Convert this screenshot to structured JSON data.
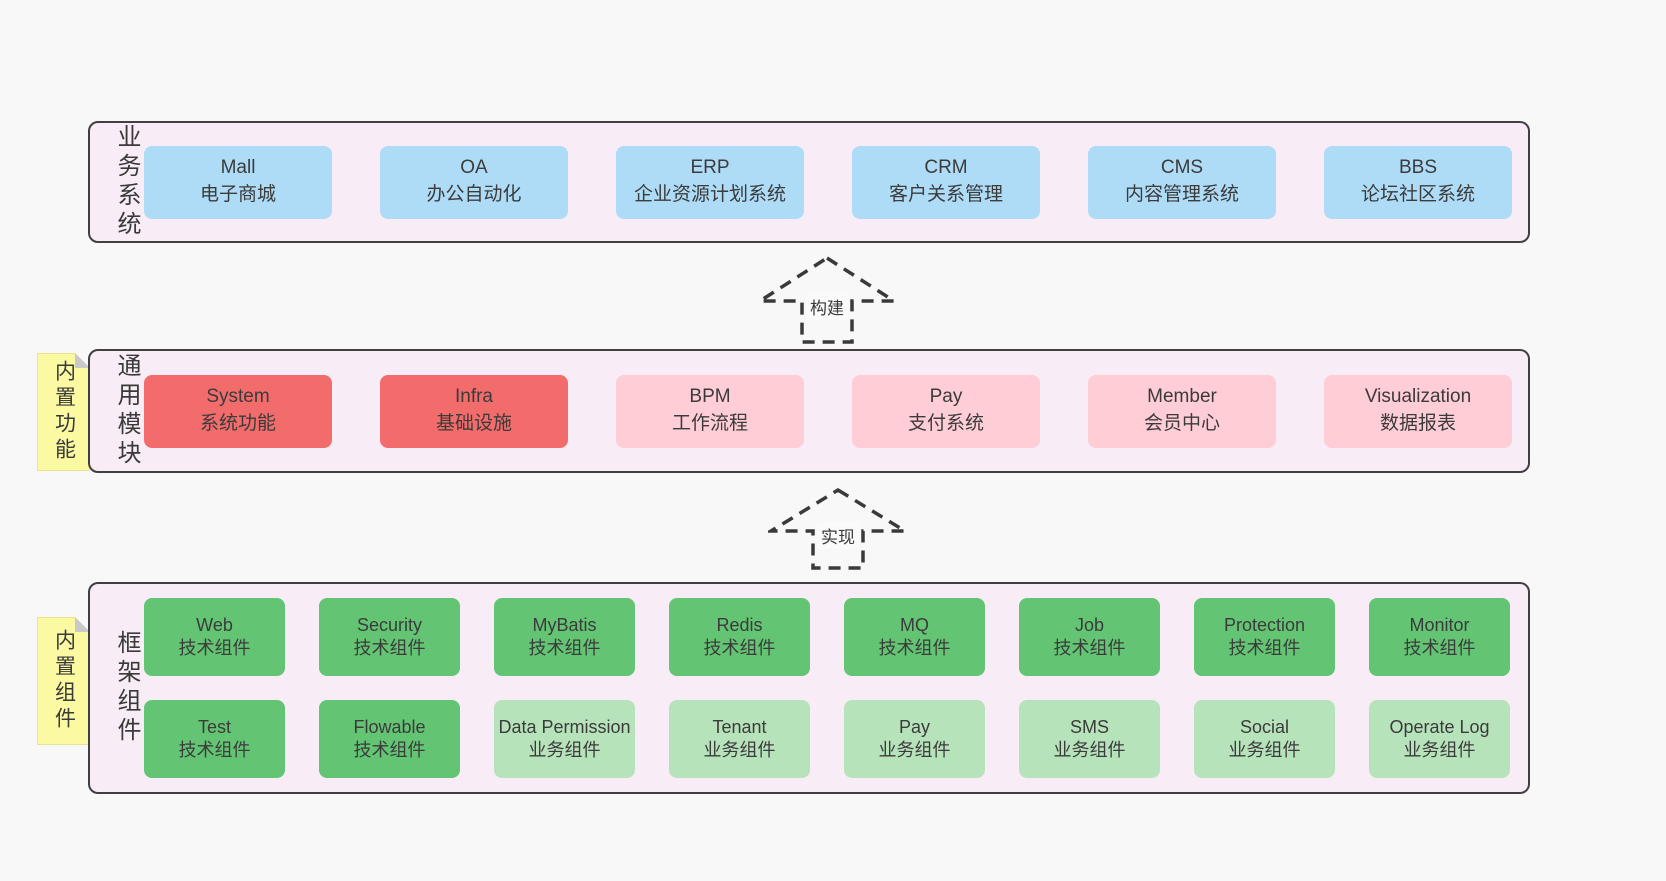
{
  "colors": {
    "page_bg": "#f8f8f8",
    "layer_bg": "#f8edf6",
    "layer_border": "#404040",
    "blue": "#aedcf7",
    "red": "#f26c6c",
    "pink": "#fecdd6",
    "green_dark": "#63c573",
    "green_light": "#b7e3bb",
    "note_yellow": "#fbf9a2",
    "text": "#3b3b3b"
  },
  "layers": [
    {
      "id": "business-systems",
      "label": "业务系统",
      "boxes": [
        {
          "title": "Mall",
          "subtitle": "电子商城"
        },
        {
          "title": "OA",
          "subtitle": "办公自动化"
        },
        {
          "title": "ERP",
          "subtitle": "企业资源计划系统"
        },
        {
          "title": "CRM",
          "subtitle": "客户关系管理"
        },
        {
          "title": "CMS",
          "subtitle": "内容管理系统"
        },
        {
          "title": "BBS",
          "subtitle": "论坛社区系统"
        }
      ]
    },
    {
      "id": "common-modules",
      "label": "通用模块",
      "note": "内置功能",
      "boxes": [
        {
          "title": "System",
          "subtitle": "系统功能"
        },
        {
          "title": "Infra",
          "subtitle": "基础设施"
        },
        {
          "title": "BPM",
          "subtitle": "工作流程"
        },
        {
          "title": "Pay",
          "subtitle": "支付系统"
        },
        {
          "title": "Member",
          "subtitle": "会员中心"
        },
        {
          "title": "Visualization",
          "subtitle": "数据报表"
        }
      ]
    },
    {
      "id": "framework-components",
      "label": "框架组件",
      "note": "内置组件",
      "rows": [
        [
          {
            "title": "Web",
            "subtitle": "技术组件"
          },
          {
            "title": "Security",
            "subtitle": "技术组件"
          },
          {
            "title": "MyBatis",
            "subtitle": "技术组件"
          },
          {
            "title": "Redis",
            "subtitle": "技术组件"
          },
          {
            "title": "MQ",
            "subtitle": "技术组件"
          },
          {
            "title": "Job",
            "subtitle": "技术组件"
          },
          {
            "title": "Protection",
            "subtitle": "技术组件"
          },
          {
            "title": "Monitor",
            "subtitle": "技术组件"
          }
        ],
        [
          {
            "title": "Test",
            "subtitle": "技术组件"
          },
          {
            "title": "Flowable",
            "subtitle": "技术组件"
          },
          {
            "title": "Data Permission",
            "subtitle": "业务组件"
          },
          {
            "title": "Tenant",
            "subtitle": "业务组件"
          },
          {
            "title": "Pay",
            "subtitle": "业务组件"
          },
          {
            "title": "SMS",
            "subtitle": "业务组件"
          },
          {
            "title": "Social",
            "subtitle": "业务组件"
          },
          {
            "title": "Operate Log",
            "subtitle": "业务组件"
          }
        ]
      ]
    }
  ],
  "arrows": [
    {
      "label": "构建"
    },
    {
      "label": "实现"
    }
  ]
}
